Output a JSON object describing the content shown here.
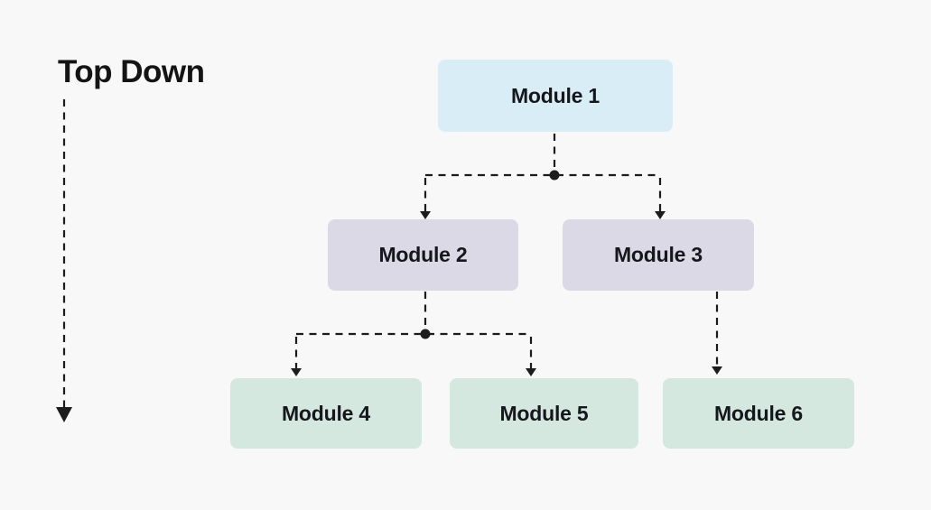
{
  "title": "Top Down",
  "colors": {
    "background": "#f8f8f8",
    "line": "#1c1c1c",
    "node_text": "#15171c",
    "level1_fill": "#d9edf6",
    "level2_fill": "#dcd9e7",
    "level3_fill": "#d5e8e0"
  },
  "diagram": {
    "type": "top-down-hierarchy",
    "direction": "top-to-bottom",
    "nodes": [
      {
        "id": "module1",
        "label": "Module 1",
        "level": 1,
        "fill": "#d9edf6"
      },
      {
        "id": "module2",
        "label": "Module 2",
        "level": 2,
        "fill": "#dcd9e7"
      },
      {
        "id": "module3",
        "label": "Module 3",
        "level": 2,
        "fill": "#dcd9e7"
      },
      {
        "id": "module4",
        "label": "Module 4",
        "level": 3,
        "fill": "#d5e8e0"
      },
      {
        "id": "module5",
        "label": "Module 5",
        "level": 3,
        "fill": "#d5e8e0"
      },
      {
        "id": "module6",
        "label": "Module 6",
        "level": 3,
        "fill": "#d5e8e0"
      }
    ],
    "edges": [
      {
        "from": "module1",
        "to": "module2",
        "style": "dashed-arrow"
      },
      {
        "from": "module1",
        "to": "module3",
        "style": "dashed-arrow"
      },
      {
        "from": "module2",
        "to": "module4",
        "style": "dashed-arrow"
      },
      {
        "from": "module2",
        "to": "module5",
        "style": "dashed-arrow"
      },
      {
        "from": "module3",
        "to": "module6",
        "style": "dashed-arrow"
      }
    ]
  }
}
